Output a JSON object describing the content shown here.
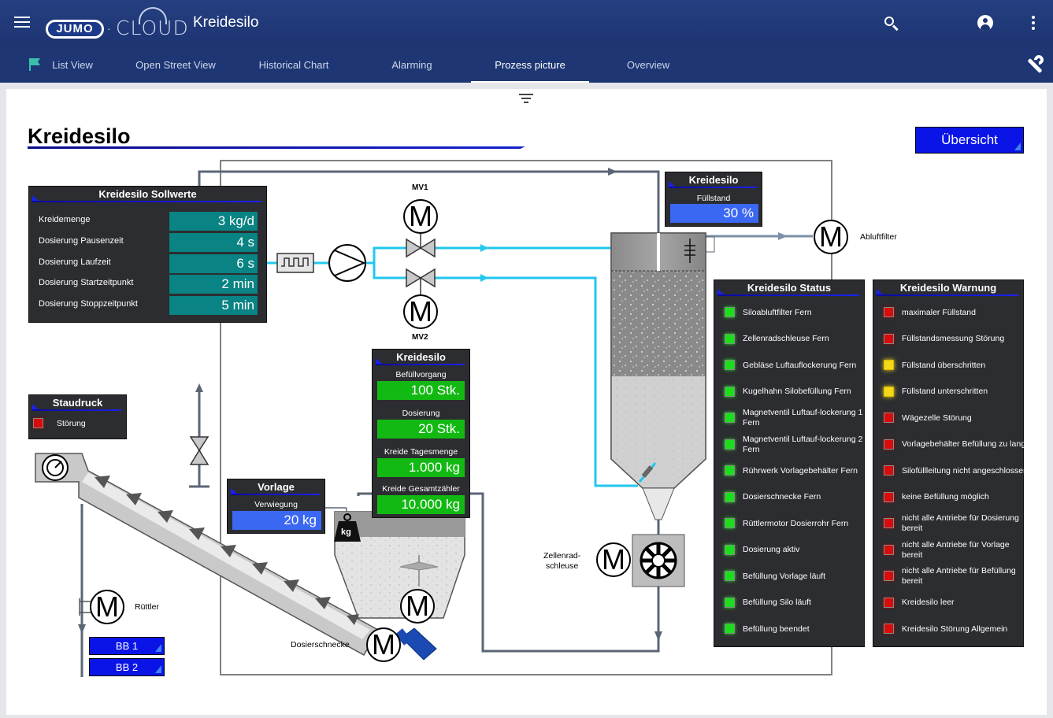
{
  "app": {
    "title": "Kreidesilo",
    "logo_jumo": "JUMO",
    "logo_sep": "·",
    "logo_cloud": "CLOUD"
  },
  "icons": {
    "menu": "menu-icon",
    "search": "search-icon",
    "account": "account-circle-icon",
    "more": "more-vert-icon",
    "wrench": "wrench-icon",
    "filter": "filter-list-icon",
    "flag": "flag-icon"
  },
  "nav": {
    "tabs": [
      {
        "label": "List View"
      },
      {
        "label": "Open Street View"
      },
      {
        "label": "Historical Chart"
      },
      {
        "label": "Alarming"
      },
      {
        "label": "Prozess picture"
      },
      {
        "label": "Overview"
      }
    ],
    "active_index": 4
  },
  "page": {
    "title": "Kreidesilo",
    "overview_button": "Übersicht"
  },
  "sollwerte": {
    "title": "Kreidesilo Sollwerte",
    "rows": [
      {
        "label": "Kreidemenge",
        "value": "3 kg/d"
      },
      {
        "label": "Dosierung Pausenzeit",
        "value": "4 s"
      },
      {
        "label": "Dosierung Laufzeit",
        "value": "6 s"
      },
      {
        "label": "Dosierung Startzeitpunkt",
        "value": "2 min"
      },
      {
        "label": "Dosierung Stoppzeitpunkt",
        "value": "5 min"
      }
    ]
  },
  "staudruck": {
    "title": "Staudruck",
    "label": "Störung",
    "led": "red"
  },
  "fuellstand": {
    "title": "Kreidesilo",
    "label": "Füllstand",
    "value": "30 %",
    "level_fraction": 0.3
  },
  "dosing_panel": {
    "title": "Kreidesilo",
    "rows": [
      {
        "label": "Befüllvorgang",
        "value": "100 Stk."
      },
      {
        "label": "Dosierung",
        "value": "20 Stk."
      },
      {
        "label": "Kreide Tagesmenge",
        "value": "1.000 kg"
      },
      {
        "label": "Kreide Gesamtzähler",
        "value": "10.000 kg"
      }
    ]
  },
  "vorlage": {
    "title": "Vorlage",
    "label": "Verwiegung",
    "value": "20 kg"
  },
  "status": {
    "title": "Kreidesilo Status",
    "items": [
      {
        "label": "Siloabluftfilter Fern",
        "led": "green"
      },
      {
        "label": "Zellenradschleuse Fern",
        "led": "green"
      },
      {
        "label": "Gebläse Luftauflockerung Fern",
        "led": "green"
      },
      {
        "label": "Kugelhahn Silobefüllung Fern",
        "led": "green"
      },
      {
        "label": "Magnetventil Luftauf-lockerung 1 Fern",
        "led": "green"
      },
      {
        "label": "Magnetventil Luftauf-lockerung 2 Fern",
        "led": "green"
      },
      {
        "label": "Rührwerk Vorlagebehälter Fern",
        "led": "green"
      },
      {
        "label": "Dosierschnecke Fern",
        "led": "green"
      },
      {
        "label": "Rüttlermotor Dosierrohr Fern",
        "led": "green"
      },
      {
        "label": "Dosierung aktiv",
        "led": "green"
      },
      {
        "label": "Befüllung Vorlage läuft",
        "led": "green"
      },
      {
        "label": "Befüllung Silo läuft",
        "led": "green"
      },
      {
        "label": "Befüllung beendet",
        "led": "green"
      }
    ]
  },
  "warnung": {
    "title": "Kreidesilo Warnung",
    "items": [
      {
        "label": "maximaler Füllstand",
        "led": "red"
      },
      {
        "label": "Füllstandsmessung Störung",
        "led": "red"
      },
      {
        "label": "Füllstand überschritten",
        "led": "yellow"
      },
      {
        "label": "Füllstand unterschritten",
        "led": "yellow"
      },
      {
        "label": "Wägezelle Störung",
        "led": "red"
      },
      {
        "label": "Vorlagebehälter Befüllung zu lang",
        "led": "red"
      },
      {
        "label": "Silofüllleitung nicht angeschlossen",
        "led": "red"
      },
      {
        "label": "keine Befüllung möglich",
        "led": "red"
      },
      {
        "label": "nicht alle Antriebe für Dosierung bereit",
        "led": "red"
      },
      {
        "label": "nicht alle Antriebe für Vorlage bereit",
        "led": "red"
      },
      {
        "label": "nicht alle Antriebe für Befüllung bereit",
        "led": "red"
      },
      {
        "label": "Kreidesilo leer",
        "led": "red"
      },
      {
        "label": "Kreidesilo Störung Allgemein",
        "led": "red"
      }
    ]
  },
  "diagram": {
    "motor_symbol": "M",
    "mv1": "MV1",
    "mv2": "MV2",
    "abluftfilter": "Abluftfilter",
    "zellenradschleuse": "Zellenrad-\nschleuse",
    "ruettler": "Rüttler",
    "dosierschnecke": "Dosierschnecke",
    "weight_symbol": "kg",
    "bb1": "BB 1",
    "bb2": "BB 2"
  },
  "colors": {
    "header": "#1d3472",
    "panel": "#2c2d30",
    "accent_blue": "#0a14e6",
    "setpoint_teal": "#098383",
    "value_green": "#13b913",
    "value_blue": "#3b68f3",
    "pipe_cyan": "#22c7ee",
    "pipe_gray": "#5d6a7c"
  }
}
